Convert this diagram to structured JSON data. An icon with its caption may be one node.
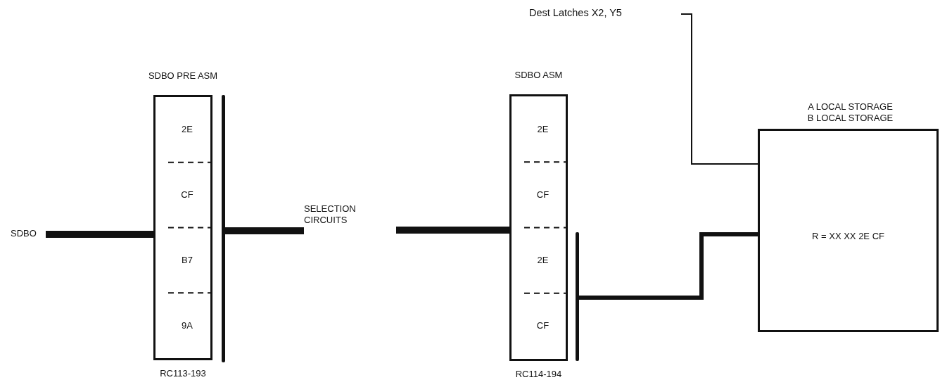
{
  "diagram": {
    "nodes": [
      {
        "text": [
          "SDBO"
        ]
      },
      {
        "text": [
          "SDBO PRE ASM",
          "2E",
          "CF",
          "B7",
          "9A"
        ],
        "beside": [
          "RC113-193"
        ]
      },
      {
        "text": [],
        "shape": "bar"
      },
      {
        "text": [
          "SELECTION CIRCUITS"
        ]
      },
      {
        "text": [
          "SDBO ASM",
          "2E",
          "CF",
          "2E",
          "CF"
        ],
        "beside": [
          "RC114-194"
        ]
      },
      {
        "text": [],
        "shape": "bar"
      },
      {
        "text": [
          "Dest Latches X2, Y5"
        ]
      },
      {
        "text": [
          "A LOCAL STORAGE",
          "B LOCAL STORAGE",
          "R = XX XX 2E CF"
        ]
      }
    ],
    "edges": [
      {
        "from": 0,
        "to": 1,
        "arrow": "none"
      },
      {
        "from": 2,
        "to": 3,
        "arrow": "none"
      },
      {
        "from": 3,
        "to": 4,
        "arrow": "none"
      },
      {
        "from": 5,
        "to": 7,
        "arrow": "none"
      },
      {
        "from": 6,
        "to": 7,
        "arrow": "none"
      }
    ]
  }
}
